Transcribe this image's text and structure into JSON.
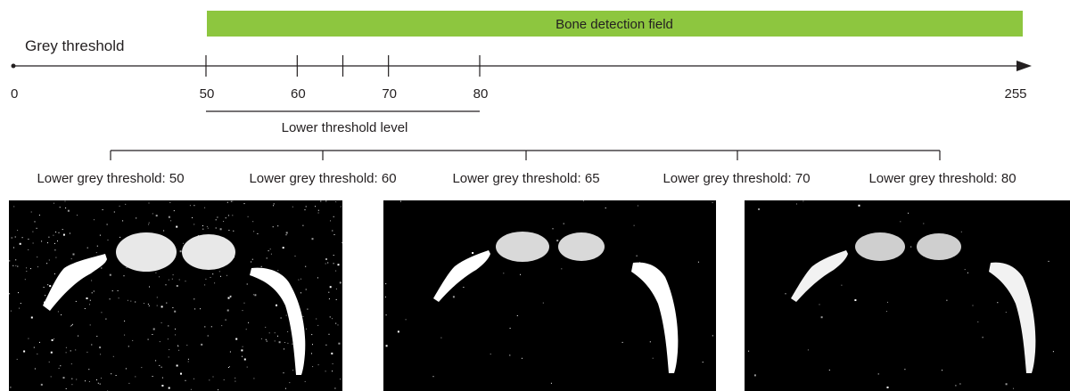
{
  "bar": {
    "label": "Bone detection field",
    "color": "#8dc63f"
  },
  "axis": {
    "title": "Grey threshold",
    "ticks": [
      {
        "label": "0",
        "value": 0
      },
      {
        "label": "50",
        "value": 50
      },
      {
        "label": "60",
        "value": 60
      },
      {
        "label": "",
        "value": 65
      },
      {
        "label": "70",
        "value": 70
      },
      {
        "label": "80",
        "value": 80
      },
      {
        "label": "255",
        "value": 255
      }
    ]
  },
  "bracket": {
    "label": "Lower threshold level"
  },
  "thresholds": [
    {
      "label": "Lower grey threshold: 50"
    },
    {
      "label": "Lower grey threshold: 60"
    },
    {
      "label": "Lower grey threshold: 65"
    },
    {
      "label": "Lower grey threshold: 70"
    },
    {
      "label": "Lower grey threshold: 80"
    }
  ],
  "panels": [
    {
      "noise": "high"
    },
    {
      "noise": "low"
    },
    {
      "noise": "low"
    }
  ]
}
